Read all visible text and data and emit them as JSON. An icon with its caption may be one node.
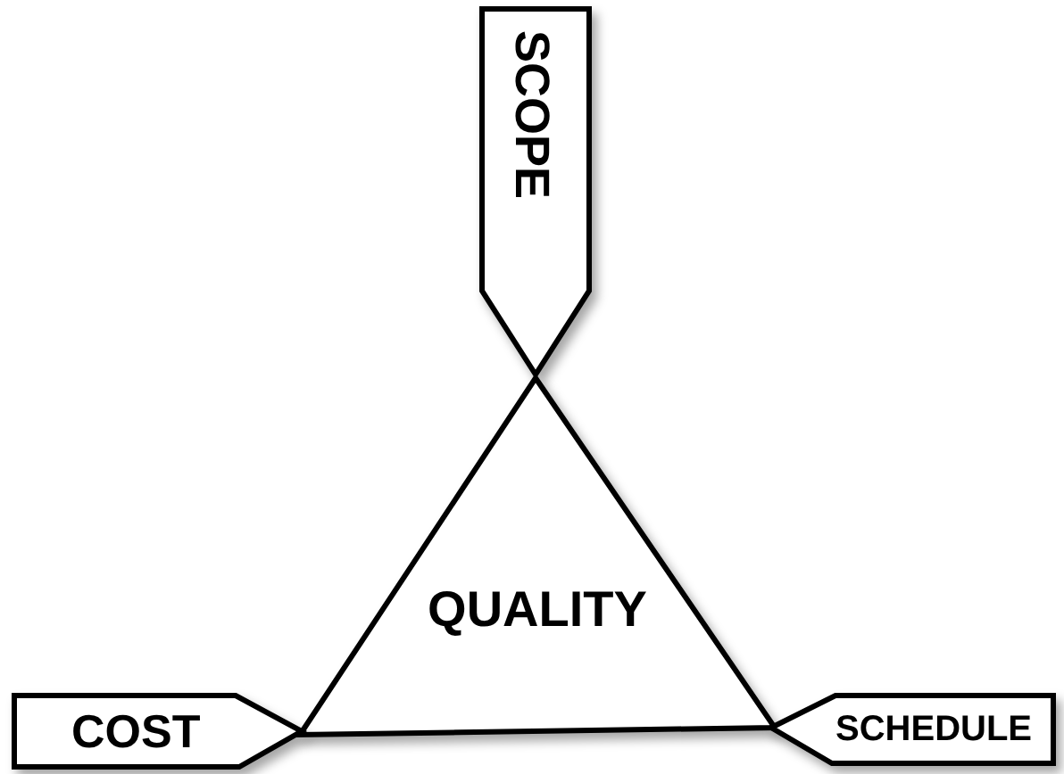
{
  "diagram": {
    "nodes": [
      {
        "text": [
          "SCOPE"
        ]
      },
      {
        "text": [
          "QUALITY"
        ]
      },
      {
        "text": [
          "COST"
        ]
      },
      {
        "text": [
          "SCHEDULE"
        ]
      }
    ]
  }
}
